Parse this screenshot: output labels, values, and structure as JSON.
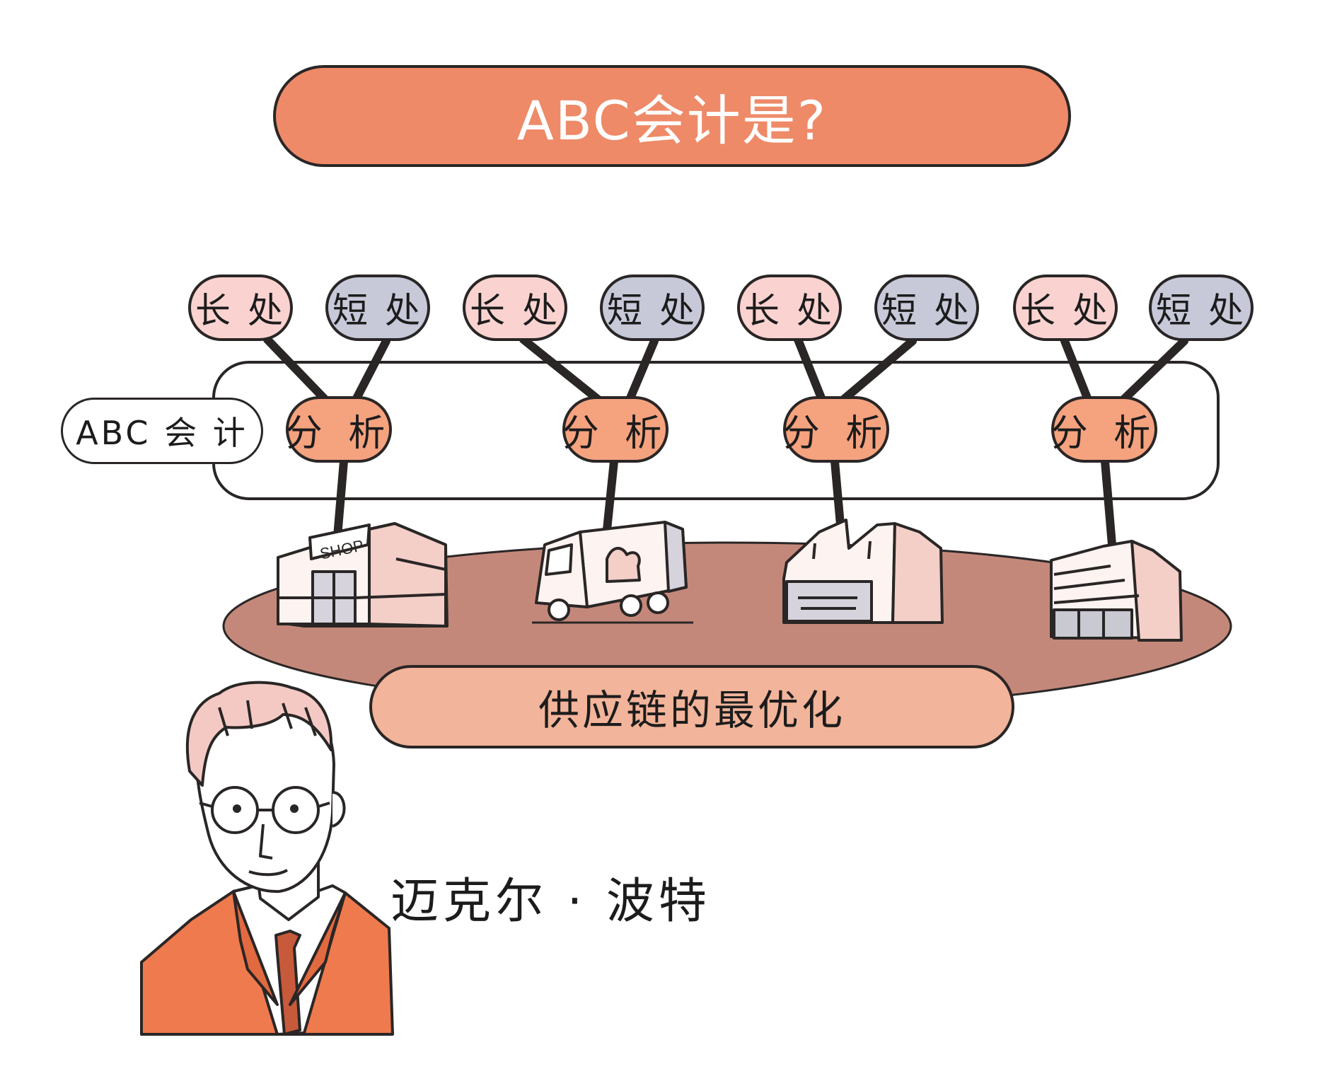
{
  "title": "ABC会计是?",
  "side_label": "ABC 会 计",
  "groups": [
    {
      "pro": "长 处",
      "con": "短 处",
      "analysis": "分 析",
      "facility": "shop-icon"
    },
    {
      "pro": "长 处",
      "con": "短 处",
      "analysis": "分 析",
      "facility": "truck-icon"
    },
    {
      "pro": "长 处",
      "con": "短 处",
      "analysis": "分 析",
      "facility": "factory-icon"
    },
    {
      "pro": "长 处",
      "con": "短 处",
      "analysis": "分 析",
      "facility": "warehouse-icon"
    }
  ],
  "shop_sign": "SHOP",
  "bottom_banner": "供应链的最优化",
  "person_name": "迈克尔 · 波特",
  "colors": {
    "title_bg": "#ee8a68",
    "pro_bg": "#fad3d1",
    "con_bg": "#c7c9d9",
    "analysis_bg": "#f5a27f",
    "ellipse_bg": "#c4887a",
    "banner_bg": "#f2b49a",
    "suit": "#ef7a4d"
  }
}
